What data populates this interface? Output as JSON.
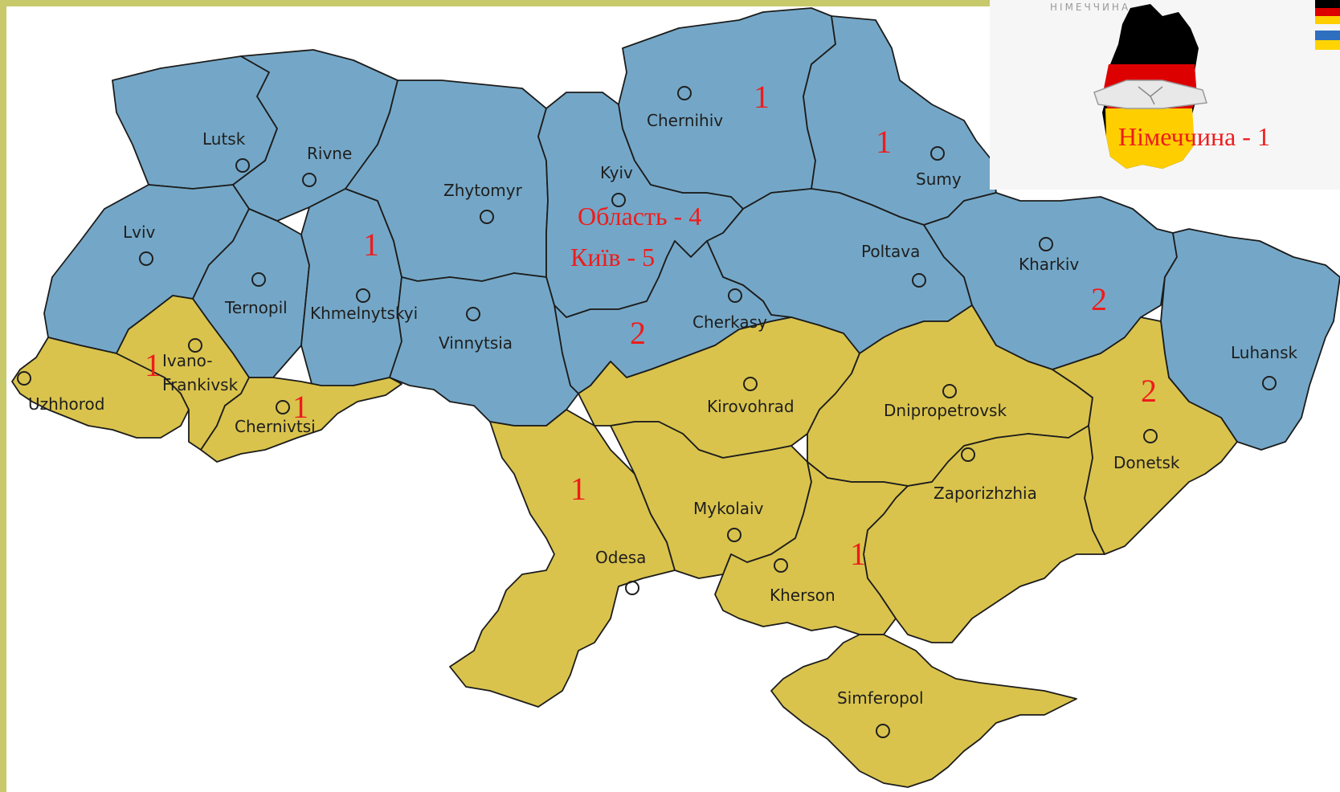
{
  "map": {
    "cities": {
      "lutsk": "Lutsk",
      "rivne": "Rivne",
      "lviv": "Lviv",
      "ternopil": "Ternopil",
      "khmelnytskyi": "Khmelnytskyi",
      "zhytomyr": "Zhytomyr",
      "kyiv": "Kyiv",
      "chernihiv": "Chernihiv",
      "sumy": "Sumy",
      "poltava": "Poltava",
      "kharkiv": "Kharkiv",
      "luhansk": "Luhansk",
      "cherkasy": "Cherkasy",
      "vinnytsia": "Vinnytsia",
      "ivano_line1": "Ivano-",
      "ivano_line2": "Frankivsk",
      "uzhhorod": "Uzhhorod",
      "chernivtsi": "Chernivtsi",
      "kirovohrad": "Kirovohrad",
      "dnipropetrovsk": "Dnipropetrovsk",
      "donetsk": "Donetsk",
      "zaporizhzhia": "Zaporizhzhia",
      "mykolaiv": "Mykolaiv",
      "odesa": "Odesa",
      "kherson": "Kherson",
      "simferopol": "Simferopol"
    },
    "counts": {
      "khmelnytskyi": "1",
      "chernihiv": "1",
      "sumy": "1",
      "cherkasy": "2",
      "kharkiv": "2",
      "donetsk": "2",
      "ivano_frankivsk": "1",
      "chernivtsi": "1",
      "odesa": "1",
      "kherson": "1"
    },
    "kyiv_oblast": "Область - 4",
    "kyiv_city": "Київ - 5",
    "colors": {
      "blue_region": "#74a7c7",
      "yellow_region": "#d9c34c",
      "count_text": "#ee1c1c"
    }
  },
  "inset": {
    "caption": "НІМЕЧЧИНА",
    "count": "Німеччина - 1",
    "icons": [
      "germany-flag-map-icon",
      "handshake-icon"
    ]
  }
}
